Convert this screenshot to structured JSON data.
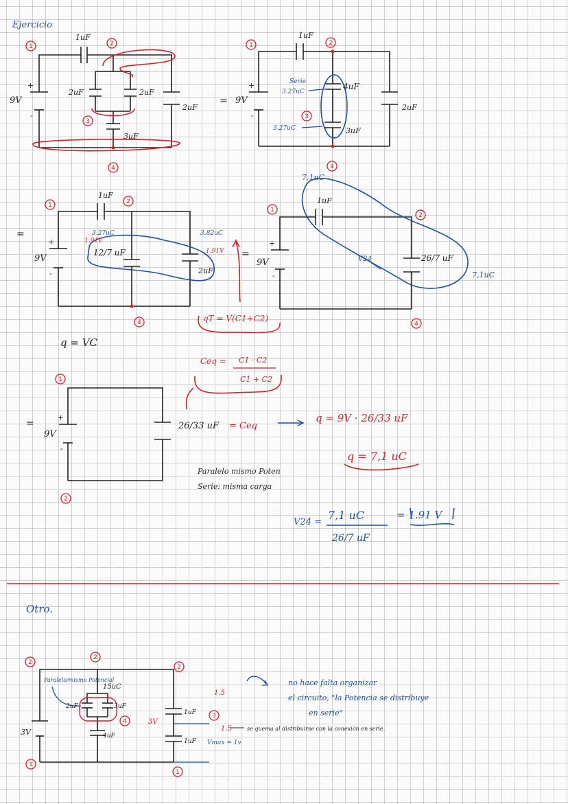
{
  "title": "Ejercicio",
  "nodes": {
    "n1": "1",
    "n2": "2",
    "n3": "3",
    "n4": "4"
  },
  "circuit1": {
    "source": "9V",
    "plus": "+",
    "minus": "-",
    "c_top": "1uF",
    "c_left": "2uF",
    "c_mid": "2uF",
    "c_low": "3uF",
    "c_right": "2uF"
  },
  "circuit2": {
    "eq": "=",
    "source": "9V",
    "plus": "+",
    "minus": "-",
    "c_top": "1uF",
    "c_4": "4uF",
    "c_3": "3uF",
    "c_right": "2uF",
    "serie": "Serie",
    "q_a": "3.27uC",
    "q_b": "3.27uC"
  },
  "circuit3": {
    "eq": "=",
    "source": "9V",
    "plus": "+",
    "minus": "-",
    "c_top": "1uF",
    "c_eq": "12/7 uF",
    "c_right": "2uF",
    "q_left": "3.27uC",
    "v_left": "1.91V",
    "q_right": "3.82uC",
    "v_right": "1.91V",
    "formula": "qT = V(C1+C2)"
  },
  "circuit4": {
    "eq": "=",
    "source": "9V",
    "plus": "+",
    "minus": "-",
    "c_top": "1uF",
    "c_eq": "26/7 uF",
    "v24": "V24",
    "q_top": "7,1uC",
    "q_side": "7,1uC"
  },
  "qvc": "q = VC",
  "ceq_formula": {
    "num": "C1 · C2",
    "den": "C1 + C2",
    "lhs": "Ceq ="
  },
  "circuit5": {
    "eq": "=",
    "source": "9V",
    "plus": "+",
    "minus": "-",
    "c_val": "26/33 uF",
    "ceq": "= Ceq"
  },
  "calc": {
    "q_expr": "q = 9V · 26/33 uF",
    "q_result": "q = 7,1 uC",
    "note1": "Paralelo mismo Poten",
    "note2": "Serie: misma carga",
    "v24_lhs": "V24 =",
    "v24_num": "7,1 uC",
    "v24_den": "26/7 uF",
    "v24_result": "= 1.91 V"
  },
  "otro": {
    "title": "Otro.",
    "source": "3V",
    "c_top_mid": "2uF",
    "c_top_mid2": "3uF",
    "c_bottom": "4uF",
    "c_right_top": "1uF",
    "c_right_bot": "1uF",
    "q15": "15uC",
    "parallel_note": "Paralelo/mismo Potencial",
    "v_label": "3V",
    "v_top": "1.5",
    "v_bot": "1.5",
    "vmax": "Vmax = 1v",
    "burn": "se quema al distribuirse con la conexión en serie.",
    "note_line1": "no hace falta organizar",
    "note_line2": "el circuito, \"la Potencia se distribuye",
    "note_line3": "en serie\""
  }
}
